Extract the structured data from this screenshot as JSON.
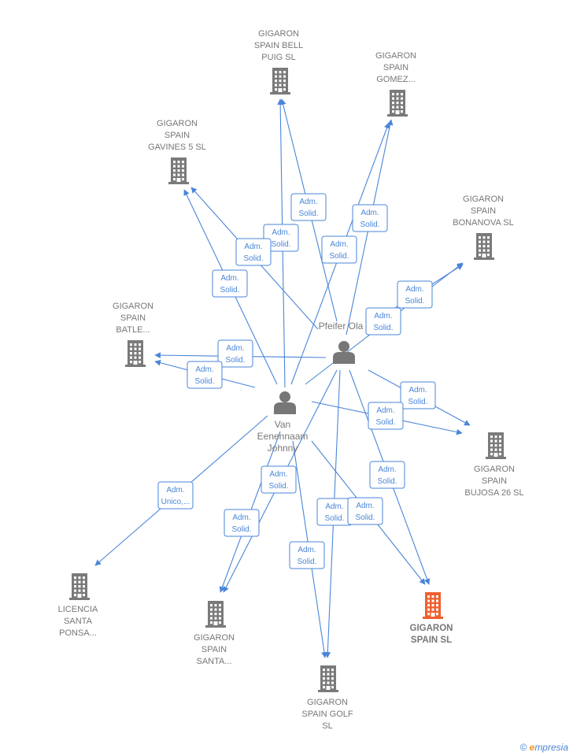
{
  "colors": {
    "edge": "#4a86d8",
    "company": "#7a7a7a",
    "company_main": "#f0602e",
    "person": "#777777",
    "label": "#777777"
  },
  "companies": [
    {
      "id": "bell",
      "lines": [
        "GIGARON",
        "SPAIN BELL",
        "PUIG  SL"
      ],
      "main": false
    },
    {
      "id": "gomez",
      "lines": [
        "GIGARON",
        "SPAIN",
        "GOMEZ..."
      ],
      "main": false
    },
    {
      "id": "gavines",
      "lines": [
        "GIGARON",
        "SPAIN",
        "GAVINES 5  SL"
      ],
      "main": false
    },
    {
      "id": "bonanova",
      "lines": [
        "GIGARON",
        "SPAIN",
        "BONANOVA  SL"
      ],
      "main": false
    },
    {
      "id": "batle",
      "lines": [
        "GIGARON",
        "SPAIN",
        "BATLE..."
      ],
      "main": false
    },
    {
      "id": "bujosa",
      "lines": [
        "GIGARON",
        "SPAIN",
        "BUJOSA 26  SL"
      ],
      "main": false
    },
    {
      "id": "licencia",
      "lines": [
        "LICENCIA",
        "SANTA",
        "PONSA..."
      ],
      "main": false
    },
    {
      "id": "santa",
      "lines": [
        "GIGARON",
        "SPAIN",
        "SANTA..."
      ],
      "main": false
    },
    {
      "id": "golf",
      "lines": [
        "GIGARON",
        "SPAIN GOLF",
        "SL"
      ],
      "main": false
    },
    {
      "id": "spain",
      "lines": [
        "GIGARON",
        "SPAIN  SL"
      ],
      "main": true
    }
  ],
  "persons": [
    {
      "id": "pfeifer",
      "lines": [
        "Pfeifer Ola"
      ]
    },
    {
      "id": "van",
      "lines": [
        "Van",
        "Eenennaam",
        "Johnny"
      ]
    }
  ],
  "edges": [
    {
      "from": "pfeifer",
      "to": "bell",
      "label": [
        "Adm.",
        "Solid."
      ]
    },
    {
      "from": "van",
      "to": "bell",
      "label": [
        "Adm.",
        "Solid."
      ]
    },
    {
      "from": "pfeifer",
      "to": "gomez",
      "label": [
        "Adm.",
        "Solid."
      ]
    },
    {
      "from": "van",
      "to": "gomez",
      "label": [
        "Adm.",
        "Solid."
      ]
    },
    {
      "from": "pfeifer",
      "to": "gavines",
      "label": [
        "Adm.",
        "Solid."
      ]
    },
    {
      "from": "van",
      "to": "gavines",
      "label": [
        "Adm.",
        "Solid."
      ]
    },
    {
      "from": "pfeifer",
      "to": "bonanova",
      "label": [
        "Adm.",
        "Solid."
      ]
    },
    {
      "from": "van",
      "to": "bonanova",
      "label": [
        "Adm.",
        "Solid."
      ]
    },
    {
      "from": "pfeifer",
      "to": "batle",
      "label": [
        "Adm.",
        "Solid."
      ]
    },
    {
      "from": "van",
      "to": "batle",
      "label": [
        "Adm.",
        "Solid."
      ]
    },
    {
      "from": "pfeifer",
      "to": "bujosa",
      "label": [
        "Adm.",
        "Solid."
      ]
    },
    {
      "from": "van",
      "to": "bujosa",
      "label": [
        "Adm.",
        "Solid."
      ]
    },
    {
      "from": "van",
      "to": "licencia",
      "label": [
        "Adm.",
        "Unico,..."
      ]
    },
    {
      "from": "van",
      "to": "santa",
      "label": [
        "Adm.",
        "Solid."
      ]
    },
    {
      "from": "pfeifer",
      "to": "santa",
      "label": [
        "Adm.",
        "Solid."
      ]
    },
    {
      "from": "van",
      "to": "golf",
      "label": [
        "Adm.",
        "Solid."
      ]
    },
    {
      "from": "pfeifer",
      "to": "golf",
      "label": [
        "Adm.",
        "Solid."
      ]
    },
    {
      "from": "van",
      "to": "spain",
      "label": [
        "Adm.",
        "Solid."
      ]
    },
    {
      "from": "pfeifer",
      "to": "spain",
      "label": [
        "Adm.",
        "Solid."
      ]
    }
  ],
  "footer": {
    "copyright": "©",
    "brand_first": "e",
    "brand_rest": "mpresia"
  }
}
